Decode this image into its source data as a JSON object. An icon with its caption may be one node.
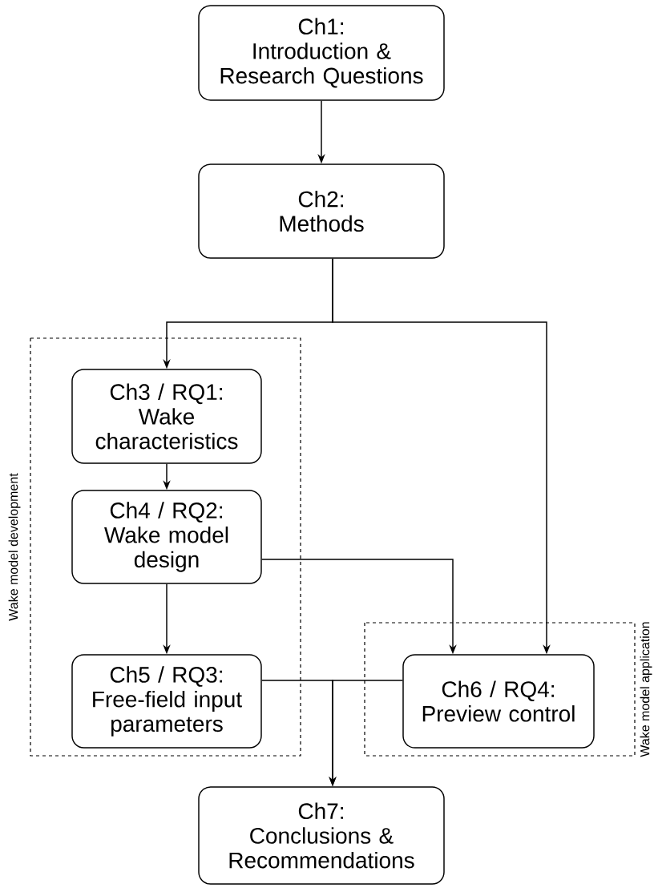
{
  "diagram": {
    "nodes": [
      {
        "text": [
          "Ch1:",
          "Introduction & Research Questions"
        ]
      },
      {
        "text": [
          "Ch2:",
          "Methods"
        ]
      },
      {
        "text": [
          "Wake model development"
        ]
      },
      {
        "text": [
          "Ch3 / RQ1:",
          "Wake characteristics"
        ],
        "in": 2
      },
      {
        "text": [
          "Ch4 / RQ2:",
          "Wake model design"
        ],
        "in": 2
      },
      {
        "text": [
          "Ch5 / RQ3:",
          "Free-field input parameters"
        ],
        "in": 2
      },
      {
        "text": [
          "Wake model application"
        ]
      },
      {
        "text": [
          "Ch6 / RQ4:",
          "Preview control"
        ],
        "in": 6
      },
      {
        "text": [
          "Ch7:",
          "Conclusions & Recommendations"
        ]
      }
    ],
    "edges": [
      {
        "from": 0,
        "to": 1,
        "arrow": "to"
      },
      {
        "from": 1,
        "to": 3,
        "arrow": "to"
      },
      {
        "from": 1,
        "to": 7,
        "arrow": "to"
      },
      {
        "from": 3,
        "to": 4,
        "arrow": "to"
      },
      {
        "from": 4,
        "to": 5,
        "arrow": "to"
      },
      {
        "from": 4,
        "to": 7,
        "arrow": "to"
      },
      {
        "from": 5,
        "to": 8,
        "arrow": "to"
      },
      {
        "from": 7,
        "to": 8,
        "arrow": "to"
      }
    ]
  }
}
